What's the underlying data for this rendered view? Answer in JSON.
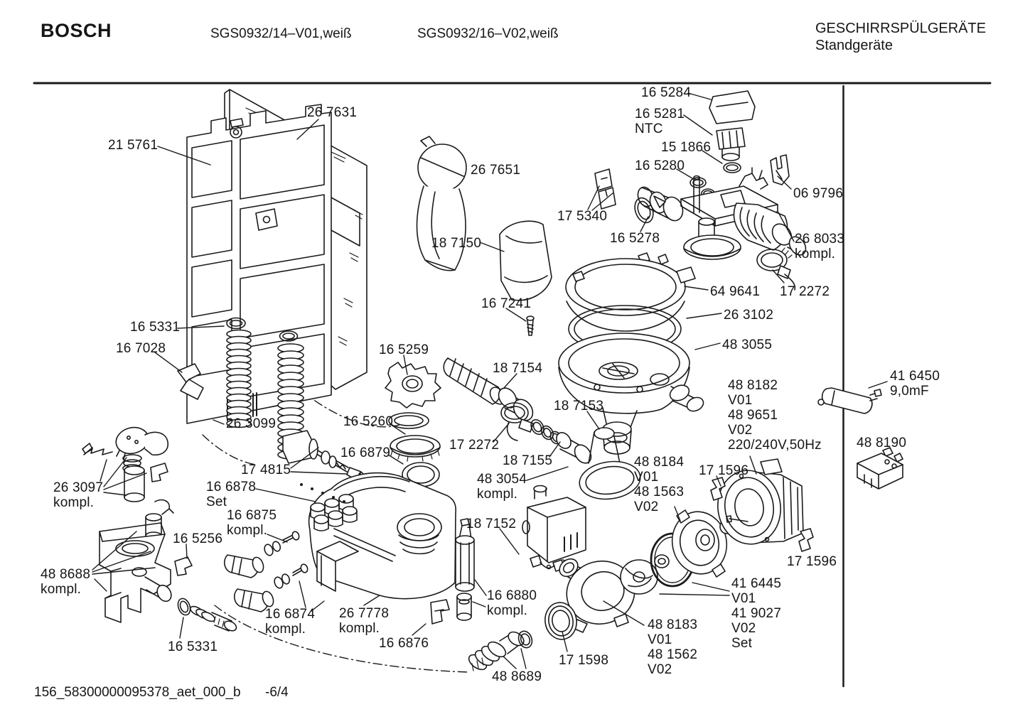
{
  "meta": {
    "background": "#ffffff",
    "ink": "#161616"
  },
  "header": {
    "brand": "BOSCH",
    "model_left": "SGS0932/14–V01,weiß",
    "model_right": "SGS0932/16–V02,weiß",
    "category": "GESCHIRRSPÜLGERÄTE",
    "subcategory": "Standgeräte"
  },
  "footer": {
    "document_id": "156_58300000095378_aet_000_b",
    "page": "-6/4"
  },
  "diagram": {
    "type": "exploded-parts-diagram",
    "labels": [
      {
        "part": "26 7631",
        "text": "26 7631"
      },
      {
        "part": "21 5761",
        "text": "21 5761"
      },
      {
        "part": "16 5284",
        "text": "16 5284"
      },
      {
        "part": "16 5281",
        "text": "16 5281\nNTC"
      },
      {
        "part": "15 1866",
        "text": "15 1866"
      },
      {
        "part": "16 5280",
        "text": "16 5280"
      },
      {
        "part": "06 9796",
        "text": "06 9796"
      },
      {
        "part": "17 5340",
        "text": "17 5340"
      },
      {
        "part": "16 5278",
        "text": "16 5278"
      },
      {
        "part": "26 8033",
        "text": "26 8033\nkompl."
      },
      {
        "part": "26 7651",
        "text": "26 7651"
      },
      {
        "part": "18 7150",
        "text": "18 7150"
      },
      {
        "part": "16 7241",
        "text": "16 7241"
      },
      {
        "part": "64 9641",
        "text": "64 9641"
      },
      {
        "part": "17 2272",
        "text": "17 2272"
      },
      {
        "part": "26 3102",
        "text": "26 3102"
      },
      {
        "part": "48 3055",
        "text": "48 3055"
      },
      {
        "part": "16 5331",
        "text": "16 5331"
      },
      {
        "part": "16 7028",
        "text": "16 7028"
      },
      {
        "part": "26 3099",
        "text": "26 3099"
      },
      {
        "part": "16 5259",
        "text": "16 5259"
      },
      {
        "part": "16 5260",
        "text": "16 5260"
      },
      {
        "part": "16 6879",
        "text": "16 6879"
      },
      {
        "part": "17 4815",
        "text": "17 4815"
      },
      {
        "part": "16 6878",
        "text": "16 6878\nSet"
      },
      {
        "part": "18 7154",
        "text": "18 7154"
      },
      {
        "part": "18 7153",
        "text": "18 7153"
      },
      {
        "part": "17 2272",
        "text": "17 2272"
      },
      {
        "part": "18 7155",
        "text": "18 7155"
      },
      {
        "part": "48 3054",
        "text": "48 3054\nkompl."
      },
      {
        "part": "18 7152",
        "text": "18 7152"
      },
      {
        "part": "48 8182",
        "text": "48 8182\nV01\n48 9651\nV02\n220/240V,50Hz"
      },
      {
        "part": "41 6450",
        "text": "41 6450\n9,0mF"
      },
      {
        "part": "48 8190",
        "text": "48 8190"
      },
      {
        "part": "48 8184",
        "text": "48 8184\nV01\n48 1563\nV02"
      },
      {
        "part": "17 1596",
        "text": "17 1596"
      },
      {
        "part": "17 1596",
        "text": "17 1596"
      },
      {
        "part": "41 6445",
        "text": "41 6445\nV01\n41 9027\nV02\nSet"
      },
      {
        "part": "48 8183",
        "text": "48 8183\nV01\n48 1562\nV02"
      },
      {
        "part": "17 1598",
        "text": "17 1598"
      },
      {
        "part": "26 3097",
        "text": "26 3097\nkompl."
      },
      {
        "part": "16 5256",
        "text": "16 5256"
      },
      {
        "part": "48 8688",
        "text": "48 8688\nkompl."
      },
      {
        "part": "16 6875",
        "text": "16 6875\nkompl."
      },
      {
        "part": "16 6874",
        "text": "16 6874\nkompl."
      },
      {
        "part": "16 5331",
        "text": "16 5331"
      },
      {
        "part": "26 7778",
        "text": "26 7778\nkompl."
      },
      {
        "part": "16 6876",
        "text": "16 6876"
      },
      {
        "part": "16 6880",
        "text": "16 6880\nkompl."
      },
      {
        "part": "48 8689",
        "text": "48 8689"
      }
    ]
  }
}
